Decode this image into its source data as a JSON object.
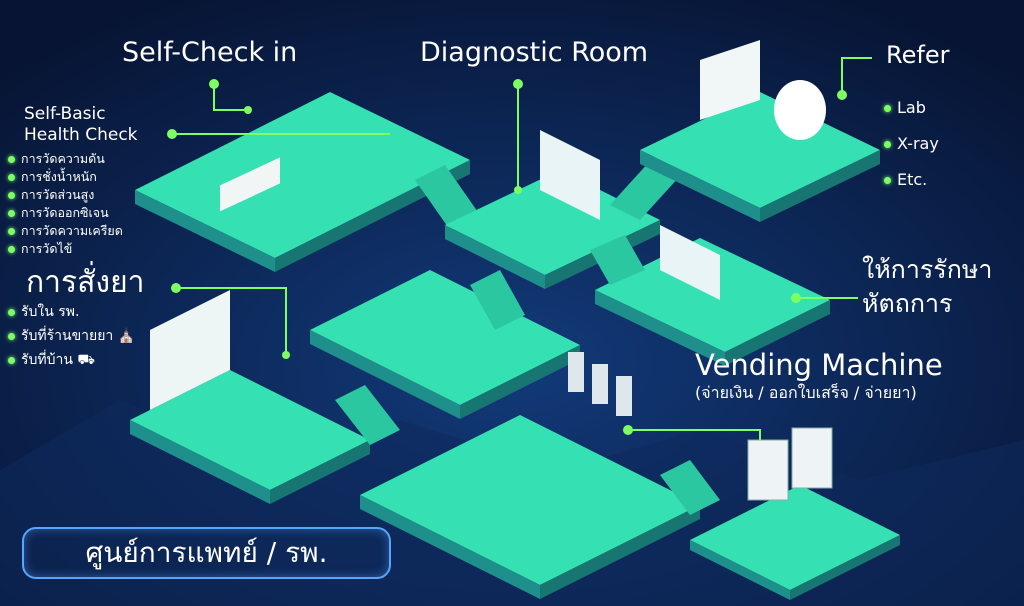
{
  "labels": {
    "self_check_in": "Self-Check in",
    "diagnostic_room": "Diagnostic Room",
    "refer": "Refer",
    "self_basic_line1": "Self-Basic",
    "self_basic_line2": "Health Check",
    "treatment_line1": "ให้การรักษา",
    "treatment_line2": "หัตถการ",
    "pharmacy": "การสั่งยา",
    "vending_title": "Vending Machine",
    "vending_sub": "(จ่ายเงิน / ออกใบเสร็จ / จ่ายยา)",
    "center": "ศูนย์การแพทย์ / รพ."
  },
  "refer_items": [
    "Lab",
    "X-ray",
    "Etc."
  ],
  "basic_check_items": [
    "การวัดความดัน",
    "การชั่งน้ำหนัก",
    "การวัดส่วนสูง",
    "การวัดออกซิเจน",
    "การวัดความเครียด",
    "การวัดไข้"
  ],
  "pharmacy_items": [
    "รับใน รพ.",
    "รับที่ร้านขายยา",
    "รับที่บ้าน"
  ],
  "icons": [
    "pharmacy-shop-icon",
    "delivery-truck-icon"
  ],
  "colors": {
    "background": "#0b1b3e",
    "floor_top": "#35e0b2",
    "floor_side": "#1e8f8a",
    "accent": "#7dff64",
    "badge_border": "#56a6ff"
  }
}
